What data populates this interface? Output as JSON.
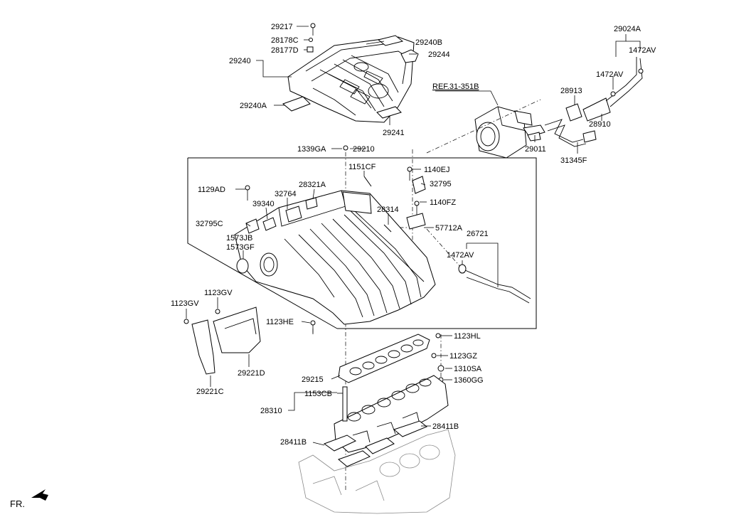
{
  "diagram": {
    "reference_label": "REF.31-351B",
    "direction_label": "FR.",
    "part_labels": {
      "p29217": "29217",
      "p28178C": "28178C",
      "p28177D": "28177D",
      "p29240": "29240",
      "p29240B": "29240B",
      "p29244": "29244",
      "p29240A": "29240A",
      "p29241": "29241",
      "p29024A": "29024A",
      "p1472AV_a": "1472AV",
      "p1472AV_b": "1472AV",
      "p28913": "28913",
      "p28910": "28910",
      "p29011": "29011",
      "p31345F": "31345F",
      "p1339GA": "1339GA",
      "p29210": "29210",
      "p1151CF": "1151CF",
      "p1140EJ": "1140EJ",
      "p1129AD": "1129AD",
      "p32764": "32764",
      "p28321A": "28321A",
      "p32795_a": "32795",
      "p39340": "39340",
      "p1140FZ": "1140FZ",
      "p28314": "28314",
      "p32795C": "32795C",
      "p1573JB": "1573JB",
      "p1573GF": "1573GF",
      "p57712A": "57712A",
      "p26721": "26721",
      "p1472AV_c": "1472AV",
      "p1123GV_a": "1123GV",
      "p1123GV_b": "1123GV",
      "p1123HE": "1123HE",
      "p1123HL": "1123HL",
      "p1123GZ": "1123GZ",
      "p1310SA": "1310SA",
      "p1360GG": "1360GG",
      "p29215": "29215",
      "p29221D": "29221D",
      "p29221C": "29221C",
      "p1153CB": "1153CB",
      "p28310": "28310",
      "p28411B_a": "28411B",
      "p28411B_b": "28411B"
    }
  }
}
